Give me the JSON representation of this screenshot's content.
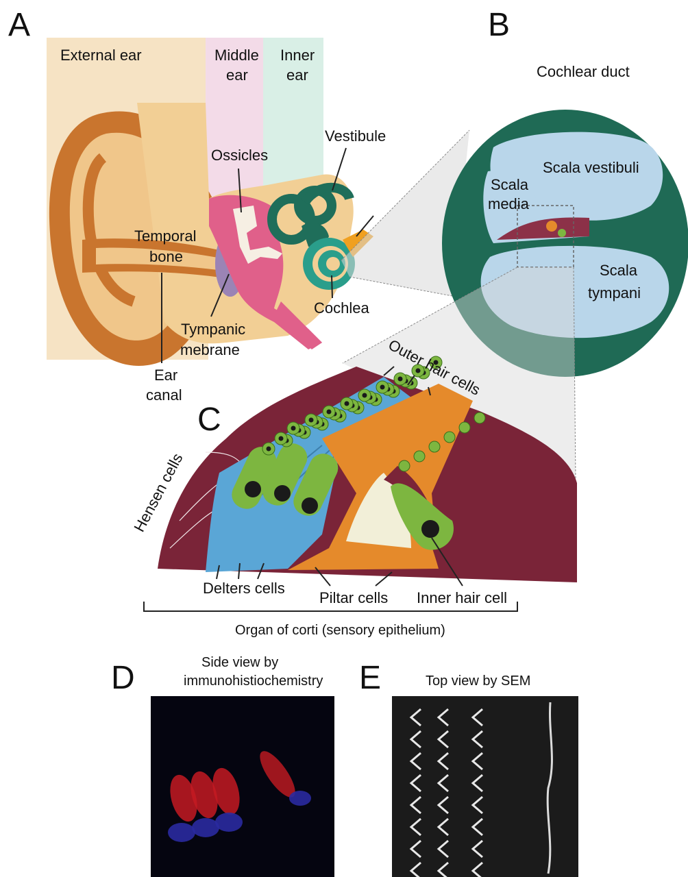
{
  "panels": {
    "a": "A",
    "b": "B",
    "c": "C",
    "d": "D",
    "e": "E"
  },
  "ear": {
    "external": "External ear",
    "middle": [
      "Middle",
      "ear"
    ],
    "inner": [
      "Inner",
      "ear"
    ],
    "ossicles": "Ossicles",
    "vestibule": "Vestibule",
    "temporal_bone": [
      "Temporal",
      "bone"
    ],
    "cochlea": "Cochlea",
    "tympanic": [
      "Tympanic",
      "mebrane"
    ],
    "ear_canal": [
      "Ear",
      "canal"
    ]
  },
  "duct": {
    "title": "Cochlear duct",
    "scala_vestibuli": "Scala vestibuli",
    "scala_media": [
      "Scala",
      "media"
    ],
    "scala_tympani": [
      "Scala",
      "tympani"
    ]
  },
  "corti": {
    "outer_hair_cells": "Outer hair cells",
    "hensen_cells": "Hensen cells",
    "delters_cells": "Delters cells",
    "piltar_cells": "Piltar cells",
    "inner_hair_cell": "Inner hair cell",
    "organ": "Organ of corti (sensory epithelium)"
  },
  "imaging": {
    "d_title": [
      "Side view by",
      "immunohistiochemistry"
    ],
    "e_title": "Top view by SEM"
  },
  "colors": {
    "skin": "#f2cf95",
    "skin_dark": "#c9752e",
    "pink": "#e0608a",
    "inner_green": "#1f6e5a",
    "duct_green": "#1f6a55",
    "fluid": "#b9d6ea",
    "maroon": "#7a2438",
    "blue_cells": "#5aa6d6",
    "orange": "#e58a2b",
    "hair_green": "#7db640"
  }
}
